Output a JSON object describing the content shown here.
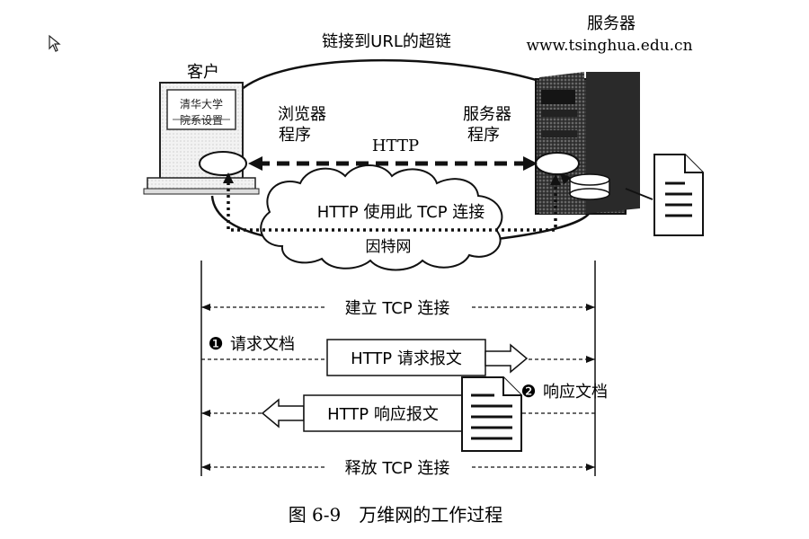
{
  "top_labels": {
    "hyperlink": "链接到URL的超链",
    "server_title": "服务器",
    "server_domain": "www.tsinghua.edu.cn",
    "client_title": "客户",
    "screen_line1": "清华大学",
    "screen_line2": "院系设置"
  },
  "programs": {
    "browser_line1": "浏览器",
    "browser_line2": "程序",
    "server_line1": "服务器",
    "server_line2": "程序",
    "http": "HTTP",
    "tcp_connection": "HTTP 使用此 TCP 连接",
    "internet": "因特网"
  },
  "timeline": {
    "establish": "建立 TCP 连接",
    "step1_number": "❶",
    "step1_label": "请求文档",
    "request_message": "HTTP 请求报文",
    "step2_number": "❷",
    "step2_label": "响应文档",
    "response_message": "HTTP 响应报文",
    "release": "释放 TCP 连接"
  },
  "caption": "图 6-9　万维网的工作过程"
}
